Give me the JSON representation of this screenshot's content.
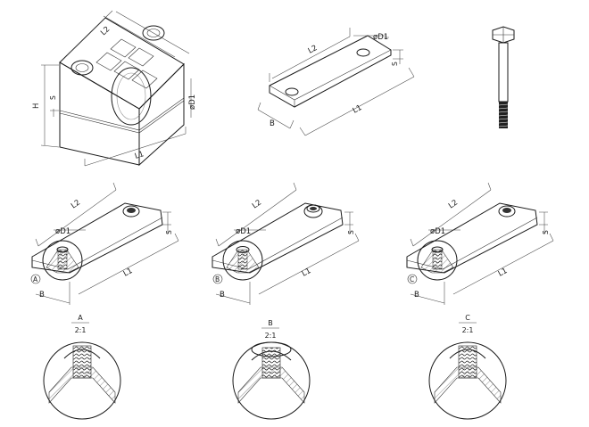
{
  "top_row": {
    "clamp_block": {
      "L2": "L2",
      "L1": "L1",
      "H": "H",
      "S": "S",
      "D1": "øD1"
    },
    "cover_plate": {
      "L2": "L2",
      "L1": "L1",
      "D1": "øD1",
      "S": "S",
      "B": "B"
    },
    "bolt": {}
  },
  "plates": [
    {
      "circle": "A",
      "L2": "L2",
      "L1": "L1",
      "D1": "øD1",
      "S": "S",
      "B": "B"
    },
    {
      "circle": "B",
      "L2": "L2",
      "L1": "L1",
      "D1": "øD1",
      "S": "S",
      "B": "B"
    },
    {
      "circle": "C",
      "L2": "L2",
      "L1": "L1",
      "D1": "øD1",
      "S": "S",
      "B": "B"
    }
  ],
  "details": [
    {
      "letter": "A",
      "scale": "2:1"
    },
    {
      "letter": "B",
      "scale": "2:1"
    },
    {
      "letter": "C",
      "scale": "2:1"
    }
  ]
}
